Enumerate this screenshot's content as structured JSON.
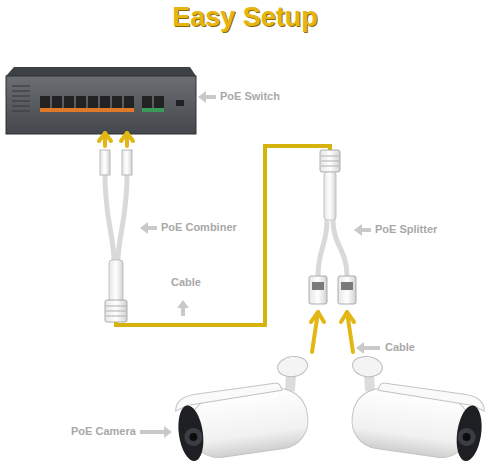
{
  "diagram": {
    "title": "Easy Setup",
    "labels": [
      "PoE Switch",
      "PoE Combiner",
      "Cable",
      "PoE Splitter",
      "Cable",
      "PoE Camera"
    ]
  }
}
